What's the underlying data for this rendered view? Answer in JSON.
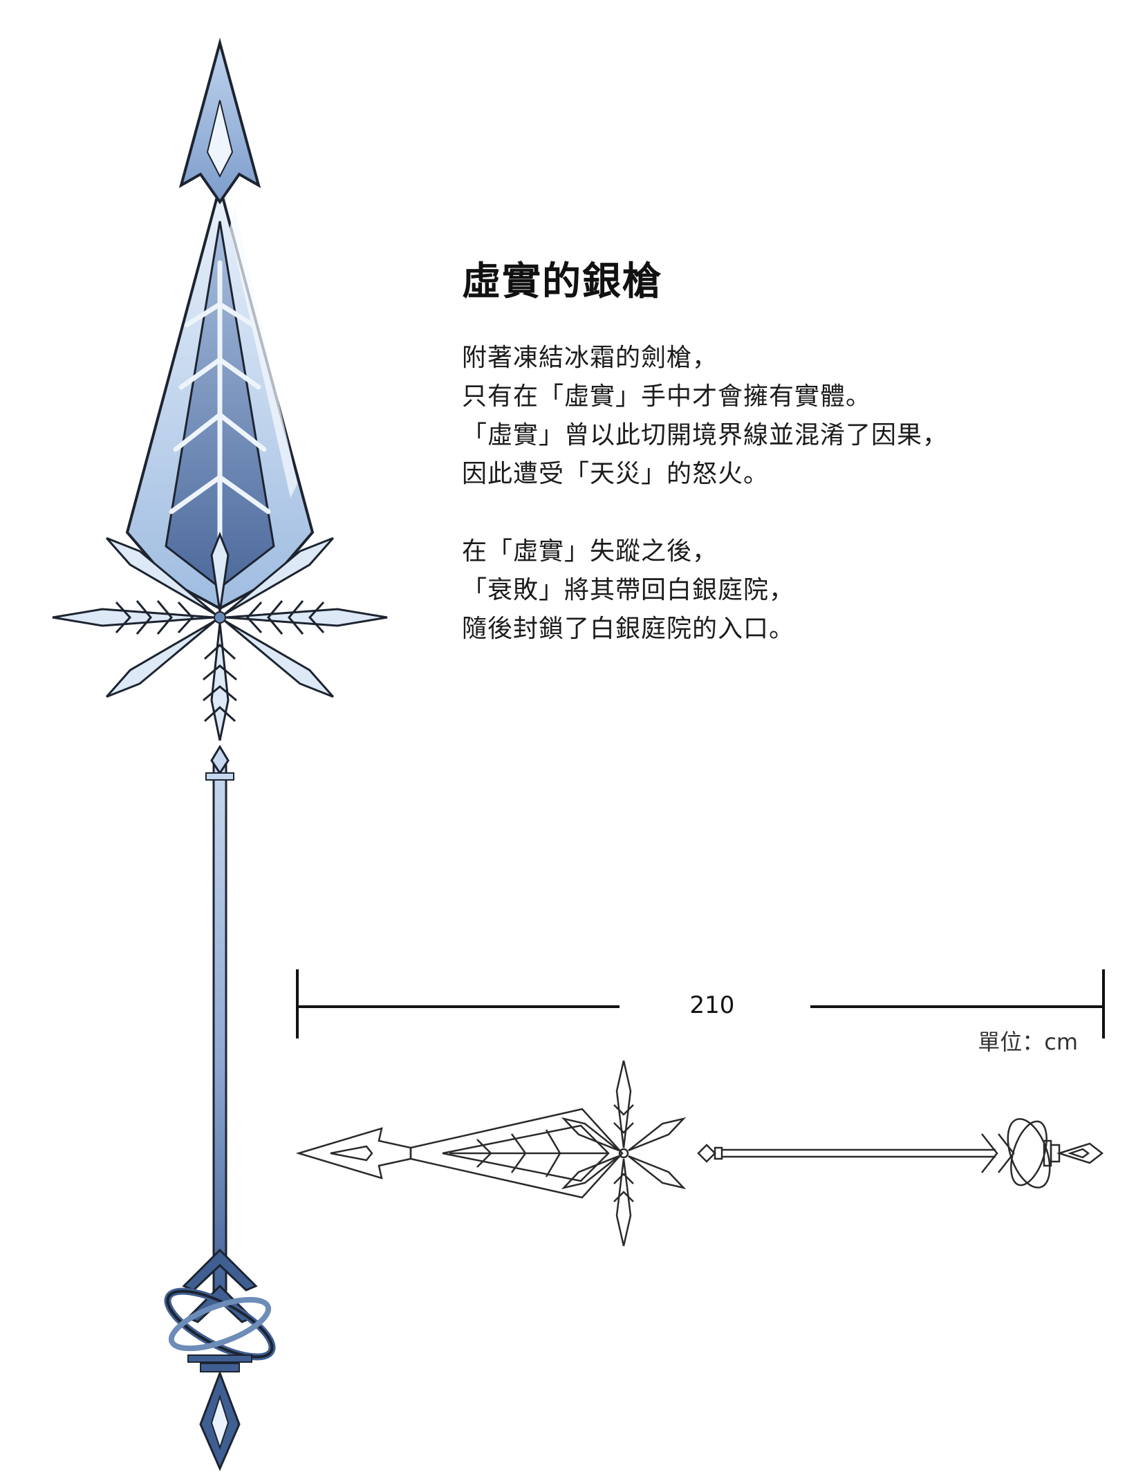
{
  "weapon": {
    "title": "虛實的銀槍",
    "description": {
      "paragraph1": [
        "附著凍結冰霜的劍槍，",
        "只有在「虛實」手中才會擁有實體。",
        "「虛實」曾以此切開境界線並混淆了因果，",
        "因此遭受「天災」的怒火。"
      ],
      "paragraph2": [
        "在「虛實」失蹤之後，",
        "「衰敗」將其帶回白銀庭院，",
        "隨後封鎖了白銀庭院的入口。"
      ]
    }
  },
  "dimension": {
    "length_value": "210",
    "unit_text": "單位：cm"
  },
  "colors": {
    "ice_light": "#dbe8f6",
    "ice_mid": "#9fbce0",
    "steel_blue": "#6d8cb8",
    "deep_blue": "#3f5f93",
    "outline": "#1d2430"
  },
  "illustrations": {
    "main_view": "spear-front-view-colored",
    "side_view": "spear-side-view-lineart"
  }
}
